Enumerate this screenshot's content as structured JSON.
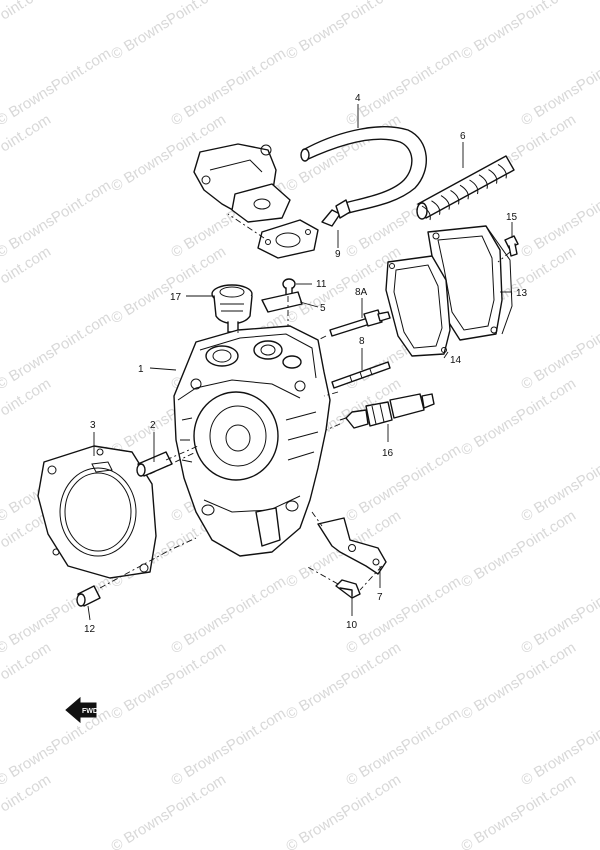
{
  "watermark": "© BrownsPoint.com",
  "fwd_label": "FWD",
  "callouts": [
    {
      "id": "p1",
      "label": "1"
    },
    {
      "id": "p2",
      "label": "2"
    },
    {
      "id": "p3",
      "label": "3"
    },
    {
      "id": "p4",
      "label": "4"
    },
    {
      "id": "p5",
      "label": "5"
    },
    {
      "id": "p6",
      "label": "6"
    },
    {
      "id": "p7",
      "label": "7"
    },
    {
      "id": "p8",
      "label": "8"
    },
    {
      "id": "p8a",
      "label": "8A"
    },
    {
      "id": "p9",
      "label": "9"
    },
    {
      "id": "p10",
      "label": "10"
    },
    {
      "id": "p11",
      "label": "11"
    },
    {
      "id": "p12",
      "label": "12"
    },
    {
      "id": "p13",
      "label": "13"
    },
    {
      "id": "p14",
      "label": "14"
    },
    {
      "id": "p15",
      "label": "15"
    },
    {
      "id": "p16",
      "label": "16"
    },
    {
      "id": "p17",
      "label": "17"
    }
  ]
}
